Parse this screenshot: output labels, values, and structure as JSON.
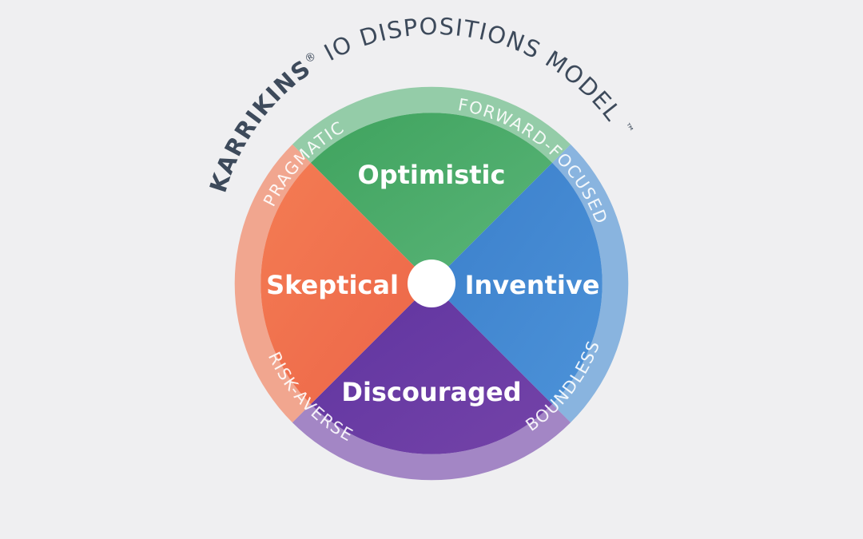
{
  "title": {
    "brand": "KARRIKINS",
    "registered": "®",
    "rest": " IO DISPOSITIONS MODEL ",
    "trademark": "™"
  },
  "quadrants": {
    "top": "Optimistic",
    "right": "Inventive",
    "bottom": "Discouraged",
    "left": "Skeptical"
  },
  "ring_labels": {
    "pragmatic": "PRAGMATIC",
    "forward_focused": "FORWARD-FOCUSED",
    "boundless": "BOUNDLESS",
    "risk_averse": "RISK-AVERSE"
  },
  "colors": {
    "background": "#efeff1",
    "optimistic": "#4aaa6b",
    "inventive": "#3f86cf",
    "discouraged": "#6b3ea0",
    "skeptical": "#f0754f",
    "title": "#3d4a5b"
  }
}
